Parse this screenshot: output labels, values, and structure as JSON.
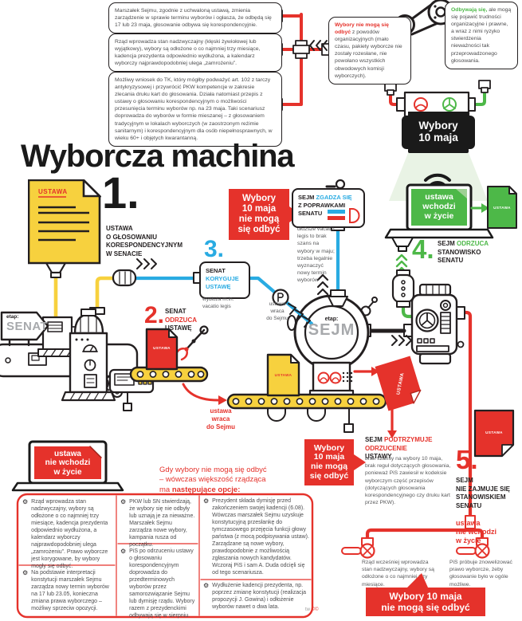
{
  "palette": {
    "red": "#e5322b",
    "blue": "#29abe2",
    "green": "#4db848",
    "yellow": "#f7d13e",
    "black": "#231f20",
    "gray": "#58595b"
  },
  "title": "Wyborcza machina",
  "scenarios": {
    "box1": "Marszałek Sejmu, zgodnie z uchwaloną ustawą, zmienia zarządzenie w sprawie terminu wyborów i ogłasza, że odbędą się 17 lub 23 maja, głosowanie odbywa się korespondencyjnie.",
    "box2": "Rząd wprowadza stan nadzwyczajny (klęski żywiołowej lub wyjątkowy), wybory są odłożone o co najmniej trzy miesiące, kadencja prezydenta odpowiednio wydłużona, a kalendarz wyborczy najprawdopodobniej ulega „zamrożeniu”.",
    "box3": "Możliwy wniosek do TK, który mógłby podważyć art. 102 z tarczy antykryzysowej i przywrócić PKW kompetencje w zakresie zlecania druku kart do głosowania. Działa natomiast przepis z ustawy o głosowaniu korespondencyjnym o możliwości przesunięcia terminu wyborów np. na 23 maja. Taki scenariusz doprowadza do wyborów w formie mieszanej – z głosowaniem tradycyjnym w lokalach wyborczych (w zaostrzonym reżimie sanitarnym) i korespondencyjnym dla osób niepełnosprawnych, w wieku 60+ i objętych kwarantanną."
  },
  "outcome_fail": {
    "lead": "Wybory nie mogą się odbyć",
    "rest": " z powodów organizacyjnych (mało czasu, pakiety wyborcze nie zostały rozesłane, nie powołano wszystkich obwodowych komisji wyborczych)."
  },
  "outcome_ok": {
    "lead": "Odbywają się,",
    "rest": " ale mogą się pojawić trudności organizacyjne i prawne, a wraz z nimi ryzyko stwierdzenia nieważności tak przeprowadzonego głosowania."
  },
  "election_box": {
    "l1": "Wybory",
    "l2": "10 maja"
  },
  "law_in_force": {
    "l1": "ustawa",
    "l2": "wchodzi",
    "l3": "w życie"
  },
  "law_not_in_force": {
    "l1": "ustawa",
    "l2": "nie wchodzi",
    "l3": "w życie"
  },
  "doc_label": "USTAWA",
  "bubble_cant": {
    "l1": "Wybory",
    "l2": "10 maja",
    "l3": "nie mogą",
    "l4": "się odbyć"
  },
  "steps": {
    "s1": {
      "num": "1.",
      "l1": "USTAWA",
      "l2": "O GŁOSOWANIU",
      "l3": "KORESPONDENCYJNYM",
      "l4": "W SENACIE"
    },
    "s2": {
      "num": "2.",
      "l1": "SENAT",
      "l2": "ODRZUCA",
      "l3": "USTAWĘ"
    },
    "s3": {
      "num": "3.",
      "l1": "SENAT",
      "l2": "KORYGUJE",
      "l3": "USTAWĘ",
      "note": "wydłuża m.in. vacatio legis"
    },
    "s4": {
      "num": "4.",
      "pre": "SEJM",
      "hl": "ODRZUCA",
      "l2": "STANOWISKO",
      "l3": "SENATU"
    },
    "s5": {
      "num": "5.",
      "l1": "SEJM",
      "l2": "NIE ZAJMUJE SIĘ",
      "l3": "STANOWISKIEM",
      "l4": "SENATU",
      "s1": "ustawa",
      "s2": "nie wchodzi",
      "s3": "w życie"
    }
  },
  "sejm_agrees": {
    "pre": "SEJM",
    "hl": "ZGADZA SIĘ",
    "l2": "Z POPRAWKAMI",
    "l3": "SENATU",
    "note": "dłuższe vacatio legis to brak szans na wybory w maju; trzeba legalnie wyznaczyć nowy termin wyborów"
  },
  "sejm_upholds": {
    "pre": "SEJM",
    "hl1": "PODTRZYMUJE",
    "hl2": "ODRZUCENIE",
    "post": "USTAWY",
    "body": "brak szansy na wybory 10 maja, brak reguł dotyczących głosowania, ponieważ PiS zawiesił w kodeksie wyborczym część przepisów (dotyczących głosowania korespondencyjnego czy druku kart przez PKW)."
  },
  "stage": {
    "etap": "etap:",
    "senat": "SENAT",
    "sejm": "SEJM"
  },
  "returns": {
    "g1": "ustawa",
    "g2": "wraca",
    "g3": "do Sejmu",
    "r1": "ustawa",
    "r2": "wraca",
    "r3": "do Sejmu"
  },
  "options": {
    "intro_pre": "Gdy wybory nie mogą się odbyć – wówczas większość rządząca ma ",
    "intro_bold": "następujące opcje:",
    "col1": [
      "Rząd wprowadza stan nadzwyczajny, wybory są odłożone o co najmniej trzy miesiące, kadencja prezydenta odpowiednio wydłużona, a kalendarz wyborczy najprawdopodobniej ulega „zamrożeniu”. Prawo wyborcze jest korygowane, by wybory mogły się odbyć.",
      "Na podstawie interpretacji konstytucji marszałek Sejmu zarządza nowy termin wyborów na 17 lub 23.05, konieczna zmiana prawa wyborczego – możliwy sprzeciw opozycji."
    ],
    "col2": [
      "PKW lub SN stwierdzają, że wybory się nie odbyły lub uznają je za nieważne. Marszałek Sejmu zarządza nowe wybory, kampania rusza od początku.",
      "PiS po odrzuceniu ustawy o głosowaniu korespondencyjnym doprowadza do przedterminowych wyborów przez samorozwiązanie Sejmu lub dymisję rządu. Wybory razem z prezydenckimi odbywają się w sierpniu."
    ],
    "col3": [
      "Prezydent składa dymisję przed zakończeniem swojej kadencji (6.08). Wówczas marszałek Sejmu uzyskuje konstytucyjną przesłankę do tymczasowego przejęcia funkcji głowy państwa (z mocą podpisywania ustaw). Zarządzane są nowe wybory, prawdopodobnie z możliwością zgłaszania nowych kandydatów. Wczoraj PiS i sam A. Duda odcięli się od tego scenariusza.",
      "Wydłużenie kadencji prezydenta, np. poprzez zmianę konstytucji (realizacja propozycji J. Gowina) i odłożenie wyborów nawet o dwa lata."
    ]
  },
  "endnotes": {
    "left": "Rząd wcześniej wprowadza stan nadzwyczajny, wybory są odłożone o co najmniej trzy miesiące.",
    "right": "PiS próbuje znowelizować prawo wyborcze, żeby głosowanie było w ogóle możliwe.",
    "b1": "Wybory 10 maja",
    "b2": "nie mogą się odbyć"
  },
  "credit": "tw"
}
